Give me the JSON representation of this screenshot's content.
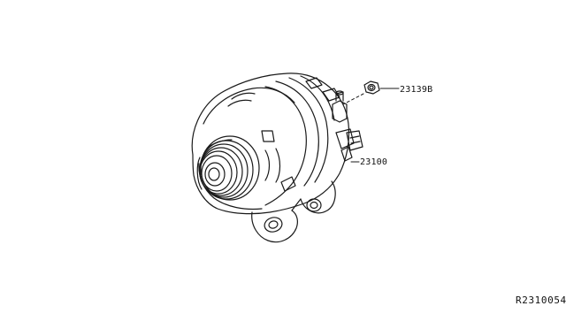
{
  "diagram": {
    "callouts": [
      {
        "part_number": "23139B",
        "target": "terminal-nut"
      },
      {
        "part_number": "23100",
        "target": "alternator"
      }
    ],
    "reference_code": "R2310054"
  }
}
